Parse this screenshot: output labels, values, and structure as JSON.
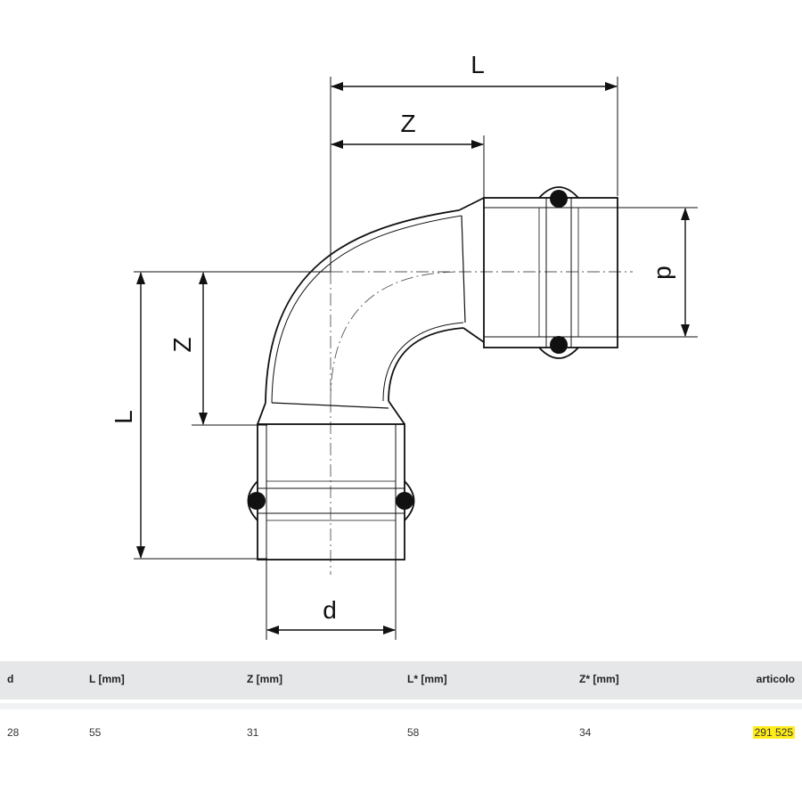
{
  "dimension_labels": {
    "top_L": "L",
    "top_Z": "Z",
    "right_d": "d",
    "left_L": "L",
    "left_Z": "Z",
    "bottom_d": "d"
  },
  "table": {
    "headers": [
      "d",
      "L [mm]",
      "Z [mm]",
      "L* [mm]",
      "Z* [mm]",
      "articolo"
    ],
    "rows": [
      [
        "28",
        "55",
        "31",
        "58",
        "34",
        "291 525"
      ]
    ]
  },
  "colors": {
    "line": "#111111",
    "header_bg": "#e6e7e8",
    "highlight": "#ffec1a"
  }
}
